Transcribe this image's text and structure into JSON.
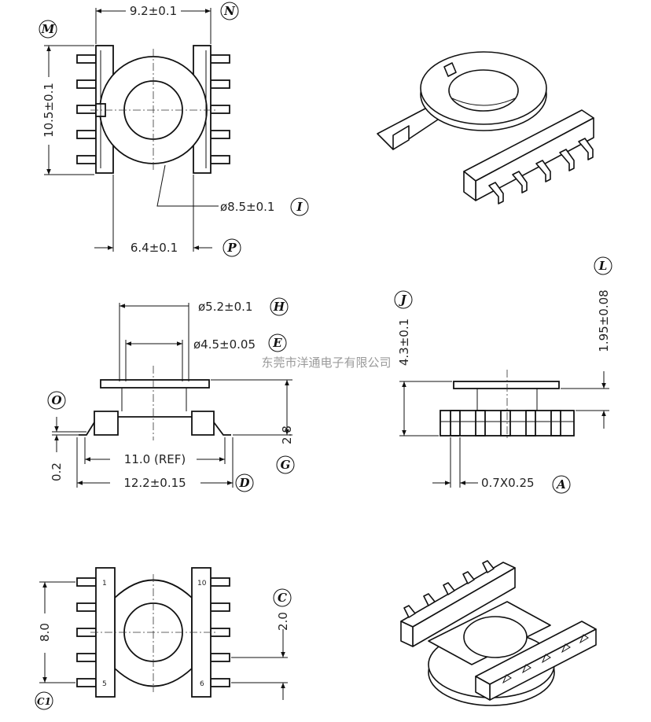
{
  "watermark": "东莞市洋通电子有限公司",
  "top_view": {
    "width_dim": "9.2±0.1",
    "height_dim": "10.5±0.1",
    "hole_dim": "ø8.5±0.1",
    "pin_span_dim": "6.4±0.1",
    "tags": {
      "width": "N",
      "height": "M",
      "hole": "I",
      "span": "P"
    }
  },
  "side_view": {
    "outer_dia_dim": "ø5.2±0.1",
    "inner_dia_dim": "ø4.5±0.05",
    "inner_width_dim": "11.0 (REF)",
    "overall_width_dim": "12.2±0.15",
    "height_dim": "2.8",
    "standoff_dim": "0.2",
    "tags": {
      "outer_dia": "H",
      "inner_dia": "E",
      "standoff": "O",
      "height": "G",
      "overall_width": "D"
    }
  },
  "end_view": {
    "height_dim": "4.3±0.1",
    "flange_dim": "1.95±0.08",
    "pin_dim": "0.7X0.25",
    "tags": {
      "height": "J",
      "flange": "L",
      "pin": "A"
    }
  },
  "bottom_view": {
    "pitch_span_dim": "8.0",
    "pitch_dim": "2.0",
    "pin_labels": {
      "top_left": "1",
      "top_right": "10",
      "bottom_left": "5",
      "bottom_right": "6"
    },
    "tags": {
      "pitch": "C",
      "span": "C1"
    }
  }
}
